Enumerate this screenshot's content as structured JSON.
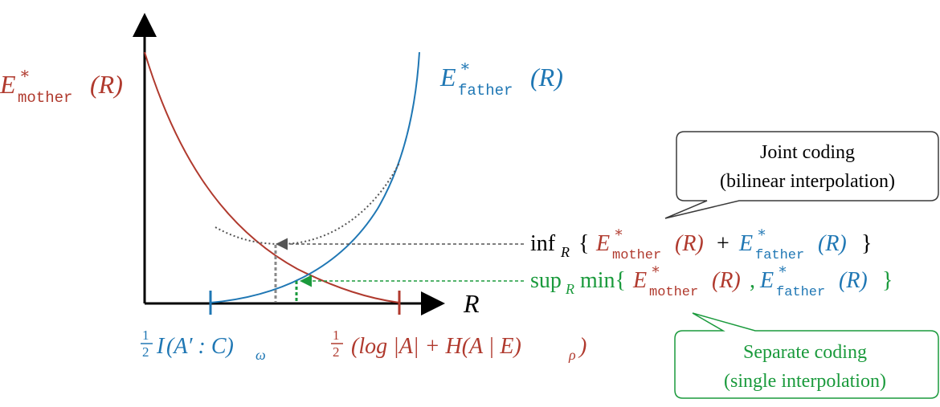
{
  "colors": {
    "mother": "#b03a2e",
    "father": "#1f77b4",
    "joint": "#3a3a3a",
    "separate": "#1a9a3c",
    "axis": "#000000",
    "dotted_curve": "#555555"
  },
  "axes": {
    "x_label": "R"
  },
  "curves": {
    "mother": {
      "E": "E",
      "star": "∗",
      "sub": "mother",
      "arg": "(R)"
    },
    "father": {
      "E": "E",
      "star": "∗",
      "sub": "father",
      "arg": "(R)"
    }
  },
  "ticks": {
    "father_start": {
      "frac_num": "1",
      "frac_den": "2",
      "text_a": "I",
      "text_b": "(A′ : C)",
      "text_sub": "ω"
    },
    "mother_end": {
      "frac_num": "1",
      "frac_den": "2",
      "text": "(log |A| + H(A | E)",
      "sub": "ρ",
      "close": ")"
    }
  },
  "annotations": {
    "inf": {
      "op": "inf",
      "op_sub": "R",
      "open": "{",
      "plus": "+",
      "close": "}"
    },
    "sup": {
      "op": "sup",
      "op_sub": "R",
      "min": "min{",
      "comma": ",",
      "close": "}"
    }
  },
  "callouts": {
    "joint": {
      "line1": "Joint coding",
      "line2": "(bilinear interpolation)"
    },
    "separate": {
      "line1": "Separate coding",
      "line2": "(single interpolation)"
    }
  }
}
